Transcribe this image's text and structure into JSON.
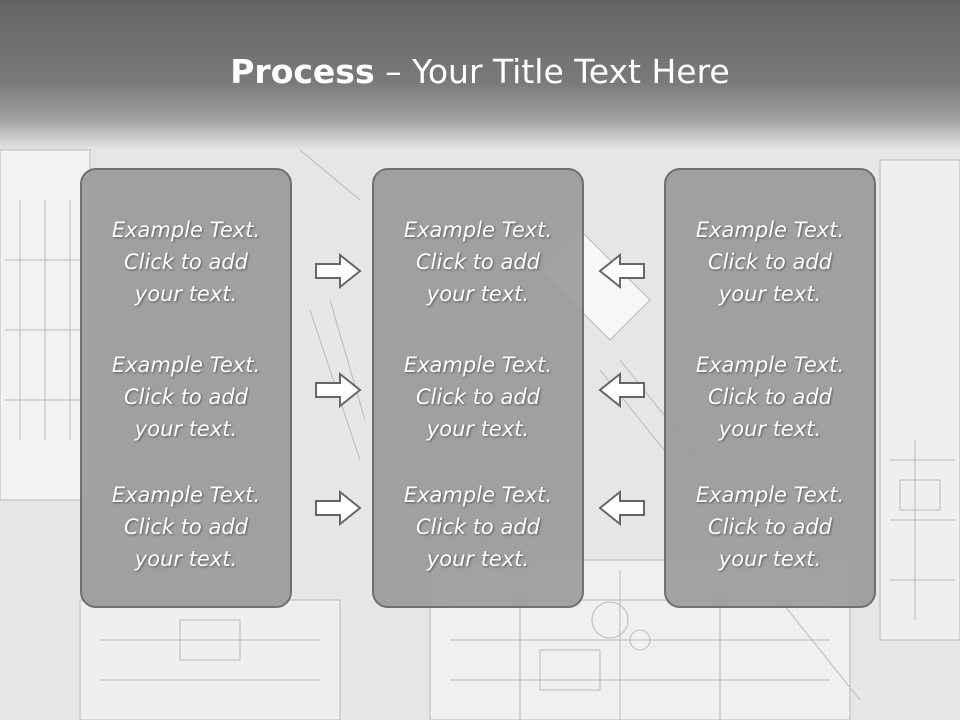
{
  "title": {
    "bold": "Process",
    "separator": "–",
    "rest": "Your Title Text Here"
  },
  "panels": [
    {
      "items": [
        {
          "line1": "Example Text.",
          "line2": "Click  to add",
          "line3": "your text."
        },
        {
          "line1": "Example Text.",
          "line2": "Click  to add",
          "line3": "your text."
        },
        {
          "line1": "Example Text.",
          "line2": "Click  to add",
          "line3": "your text."
        }
      ]
    },
    {
      "items": [
        {
          "line1": "Example Text.",
          "line2": "Click  to add",
          "line3": "your text."
        },
        {
          "line1": "Example Text.",
          "line2": "Click  to add",
          "line3": "your text."
        },
        {
          "line1": "Example Text.",
          "line2": "Click  to add",
          "line3": "your text."
        }
      ]
    },
    {
      "items": [
        {
          "line1": "Example Text.",
          "line2": "Click  to add",
          "line3": "your text."
        },
        {
          "line1": "Example Text.",
          "line2": "Click  to add",
          "line3": "your text."
        },
        {
          "line1": "Example Text.",
          "line2": "Click  to add",
          "line3": "your text."
        }
      ]
    }
  ],
  "arrows": {
    "left_column": "right-arrow-icon",
    "right_column": "left-arrow-icon"
  },
  "colors": {
    "header": "#6e6e6e",
    "panel": "#969696",
    "panel_border": "#707070",
    "text": "#ffffff",
    "arrow_fill": "#ffffff",
    "arrow_stroke": "#666666"
  }
}
